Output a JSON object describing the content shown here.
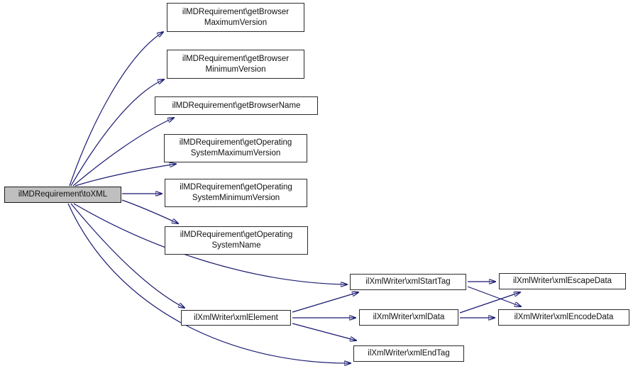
{
  "diagram": {
    "type": "call-graph",
    "colors": {
      "edge": "#191970",
      "node_border": "#2b2b2b",
      "node_fill": "#ffffff",
      "root_fill": "#bfbfbf",
      "background": "#ffffff"
    },
    "nodes": [
      {
        "id": "toXML",
        "label": "ilMDRequirement\\toXML"
      },
      {
        "id": "getBrowserMaximumVersion",
        "label": "ilMDRequirement\\getBrowser\nMaximumVersion"
      },
      {
        "id": "getBrowserMinimumVersion",
        "label": "ilMDRequirement\\getBrowser\nMinimumVersion"
      },
      {
        "id": "getBrowserName",
        "label": "ilMDRequirement\\getBrowserName"
      },
      {
        "id": "getOperatingSystemMaximumVersion",
        "label": "ilMDRequirement\\getOperating\nSystemMaximumVersion"
      },
      {
        "id": "getOperatingSystemMinimumVersion",
        "label": "ilMDRequirement\\getOperating\nSystemMinimumVersion"
      },
      {
        "id": "getOperatingSystemName",
        "label": "ilMDRequirement\\getOperating\nSystemName"
      },
      {
        "id": "xmlElement",
        "label": "ilXmlWriter\\xmlElement"
      },
      {
        "id": "xmlStartTag",
        "label": "ilXmlWriter\\xmlStartTag"
      },
      {
        "id": "xmlData",
        "label": "ilXmlWriter\\xmlData"
      },
      {
        "id": "xmlEndTag",
        "label": "ilXmlWriter\\xmlEndTag"
      },
      {
        "id": "xmlEscapeData",
        "label": "ilXmlWriter\\xmlEscapeData"
      },
      {
        "id": "xmlEncodeData",
        "label": "ilXmlWriter\\xmlEncodeData"
      }
    ],
    "edges": [
      {
        "from": "toXML",
        "to": "getBrowserMaximumVersion"
      },
      {
        "from": "toXML",
        "to": "getBrowserMinimumVersion"
      },
      {
        "from": "toXML",
        "to": "getBrowserName"
      },
      {
        "from": "toXML",
        "to": "getOperatingSystemMaximumVersion"
      },
      {
        "from": "toXML",
        "to": "getOperatingSystemMinimumVersion"
      },
      {
        "from": "toXML",
        "to": "getOperatingSystemName"
      },
      {
        "from": "toXML",
        "to": "xmlStartTag"
      },
      {
        "from": "toXML",
        "to": "xmlElement"
      },
      {
        "from": "toXML",
        "to": "xmlEndTag"
      },
      {
        "from": "xmlElement",
        "to": "xmlStartTag"
      },
      {
        "from": "xmlElement",
        "to": "xmlData"
      },
      {
        "from": "xmlElement",
        "to": "xmlEndTag"
      },
      {
        "from": "xmlStartTag",
        "to": "xmlEscapeData"
      },
      {
        "from": "xmlStartTag",
        "to": "xmlEncodeData"
      },
      {
        "from": "xmlData",
        "to": "xmlEscapeData"
      },
      {
        "from": "xmlData",
        "to": "xmlEncodeData"
      }
    ]
  }
}
